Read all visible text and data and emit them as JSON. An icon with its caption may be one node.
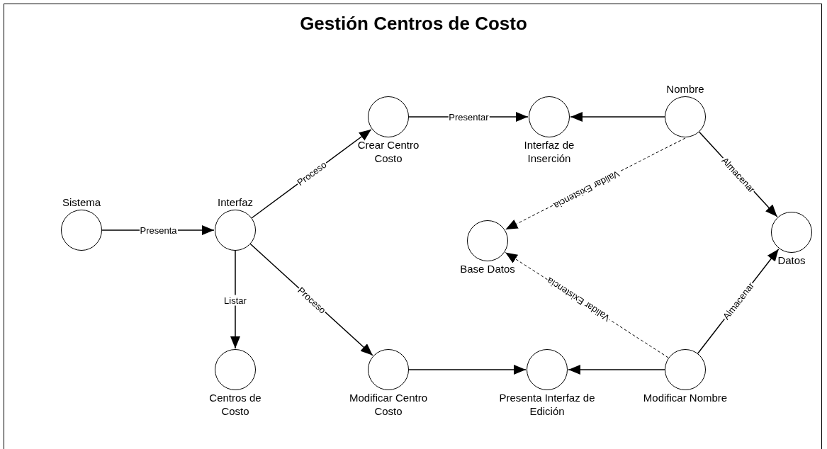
{
  "diagram": {
    "title": "Gestión Centros de Costo",
    "nodes": [
      {
        "text": [
          "Sistema"
        ]
      },
      {
        "text": [
          "Interfaz"
        ]
      },
      {
        "text": [
          "Crear Centro Costo"
        ]
      },
      {
        "text": [
          "Interfaz de Inserción"
        ]
      },
      {
        "text": [
          "Nombre"
        ]
      },
      {
        "text": [
          "Base Datos"
        ]
      },
      {
        "text": [
          "Datos"
        ]
      },
      {
        "text": [
          "Centros de Costo"
        ]
      },
      {
        "text": [
          "Modificar Centro Costo"
        ]
      },
      {
        "text": [
          "Presenta Interfaz de Edición"
        ]
      },
      {
        "text": [
          "Modificar Nombre"
        ]
      }
    ],
    "edges": [
      {
        "from": 0,
        "to": 1,
        "arrow": "to",
        "label": "Presenta"
      },
      {
        "from": 1,
        "to": 2,
        "arrow": "to",
        "label": "Proceso"
      },
      {
        "from": 1,
        "to": 8,
        "arrow": "to",
        "label": "Proceso"
      },
      {
        "from": 1,
        "to": 7,
        "arrow": "to",
        "label": "Listar"
      },
      {
        "from": 2,
        "to": 3,
        "arrow": "to",
        "label": "Presentar"
      },
      {
        "from": 4,
        "to": 3,
        "arrow": "to"
      },
      {
        "from": 4,
        "to": 5,
        "arrow": "to",
        "label": "Validar Existencia",
        "style": "dashed"
      },
      {
        "from": 4,
        "to": 6,
        "arrow": "to",
        "label": "Almacenar"
      },
      {
        "from": 8,
        "to": 9,
        "arrow": "to"
      },
      {
        "from": 10,
        "to": 9,
        "arrow": "to"
      },
      {
        "from": 10,
        "to": 5,
        "arrow": "to",
        "label": "Validar Existencia",
        "style": "dashed"
      },
      {
        "from": 10,
        "to": 6,
        "arrow": "to",
        "label": "Almacenar"
      }
    ]
  }
}
